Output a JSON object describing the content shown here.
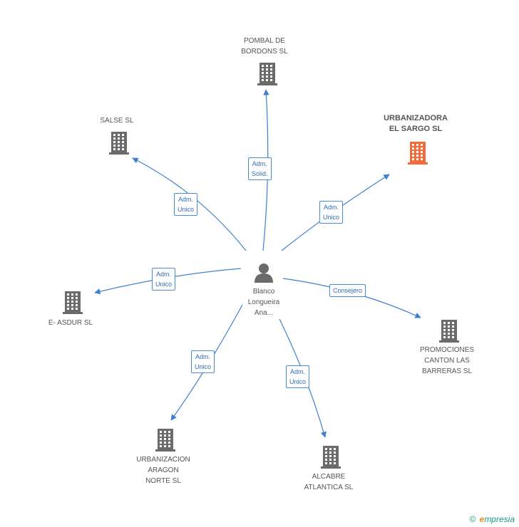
{
  "center": {
    "label": "Blanco\nLongueira\nAna..."
  },
  "companies": [
    {
      "id": "pombal",
      "label": "POMBAL DE\nBORDONS SL",
      "highlight": false
    },
    {
      "id": "salse",
      "label": "SALSE SL",
      "highlight": false
    },
    {
      "id": "urbanizadora",
      "label": "URBANIZADORA\nEL SARGO SL",
      "highlight": true
    },
    {
      "id": "easdur",
      "label": "E- ASDUR SL",
      "highlight": false
    },
    {
      "id": "promociones",
      "label": "PROMOCIONES\nCANTON LAS\nBARRERAS SL",
      "highlight": false
    },
    {
      "id": "aragon",
      "label": "URBANIZACION\nARAGON\nNORTE SL",
      "highlight": false
    },
    {
      "id": "alcabre",
      "label": "ALCABRE\nATLANTICA SL",
      "highlight": false
    }
  ],
  "edges": [
    {
      "to": "pombal",
      "role": "Adm.\nSolid."
    },
    {
      "to": "salse",
      "role": "Adm.\nUnico"
    },
    {
      "to": "urbanizadora",
      "role": "Adm.\nUnico"
    },
    {
      "to": "easdur",
      "role": "Adm.\nUnico"
    },
    {
      "to": "promociones",
      "role": "Consejero"
    },
    {
      "to": "aragon",
      "role": "Adm.\nUnico"
    },
    {
      "to": "alcabre",
      "role": "Adm.\nUnico"
    }
  ],
  "colors": {
    "edge": "#3f7fd0",
    "node": "#6b6b6b",
    "highlight": "#f26b3a",
    "brand": "#1a9a84"
  },
  "footer": {
    "copyright": "©",
    "brand_e": "e",
    "brand_rest": "mpresia"
  }
}
